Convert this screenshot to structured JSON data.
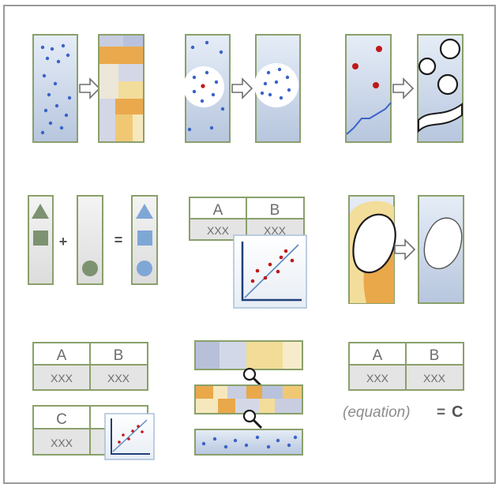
{
  "colors": {
    "panel_border": "#8aa06a",
    "panel_fill_top": "#dde6f3",
    "panel_fill_bottom": "#b9c8df",
    "dot_blue": "#3a63c8",
    "dot_red": "#c01818",
    "shape_green": "#7d9270",
    "shape_blue": "#7fa7d6",
    "orange": "#e9a84a",
    "yellow": "#f3dd9a",
    "table_fill": "#e4e4e4"
  },
  "icons": [
    "arrow-right-icon",
    "magnifier-icon",
    "scatter-plot-icon",
    "triangle-icon",
    "square-icon",
    "circle-icon"
  ],
  "operators": {
    "plus": "+",
    "equals": "="
  },
  "table_middle": {
    "col_a": "A",
    "col_b": "B",
    "cell_a": "XXX",
    "cell_b": "XXX"
  },
  "table_bottom_left": {
    "col_a": "A",
    "col_b": "B",
    "cell_a": "XXX",
    "cell_b": "XXX"
  },
  "table_bottom_left_c": {
    "col_c": "C",
    "cell_c": "XXX"
  },
  "table_bottom_right": {
    "col_a": "A",
    "col_b": "B",
    "cell_a": "XXX",
    "cell_b": "XXX"
  },
  "equation": {
    "expression": "(equation)",
    "equals": "=",
    "result": "C"
  }
}
